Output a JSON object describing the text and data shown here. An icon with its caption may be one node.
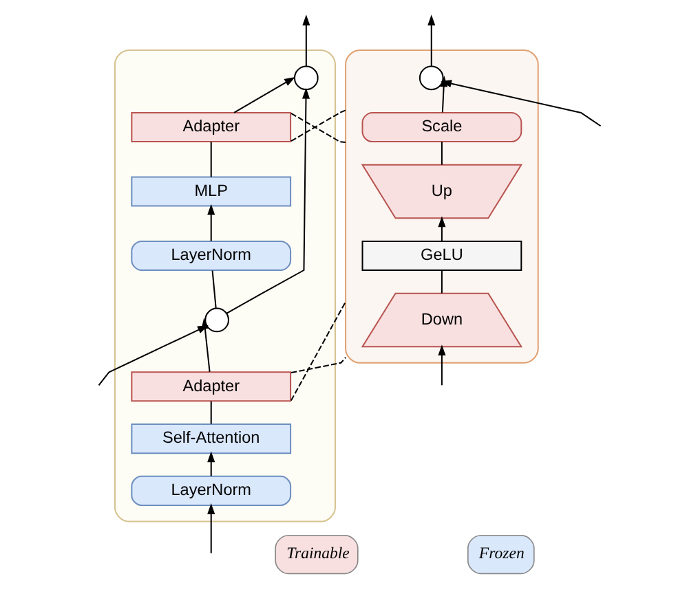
{
  "diagram": {
    "nodes": [
      {
        "text": [],
        "shape": "box"
      },
      {
        "text": [],
        "shape": "circle",
        "in": 0
      },
      {
        "text": [
          "Adapter"
        ],
        "in": 0
      },
      {
        "text": [
          "MLP"
        ],
        "in": 0
      },
      {
        "text": [
          "LayerNorm"
        ],
        "in": 0
      },
      {
        "text": [],
        "shape": "circle",
        "in": 0
      },
      {
        "text": [
          "Adapter"
        ],
        "in": 0
      },
      {
        "text": [
          "Self-Attention"
        ],
        "in": 0
      },
      {
        "text": [
          "LayerNorm"
        ],
        "in": 0
      },
      {
        "text": [],
        "shape": "box"
      },
      {
        "text": [],
        "shape": "circle",
        "in": 9
      },
      {
        "text": [
          "Scale"
        ],
        "in": 9
      },
      {
        "text": [
          "Up"
        ],
        "in": 9
      },
      {
        "text": [
          "GeLU"
        ],
        "in": 9
      },
      {
        "text": [
          "Down"
        ],
        "in": 9
      }
    ],
    "edges": [
      {
        "from": null,
        "to": 8,
        "arrow": "to"
      },
      {
        "from": null,
        "to": 5,
        "arrow": "to"
      },
      {
        "from": 8,
        "to": 7,
        "arrow": "to"
      },
      {
        "from": 7,
        "to": 6,
        "arrow": "none"
      },
      {
        "from": 6,
        "to": 5,
        "arrow": "to"
      },
      {
        "from": 5,
        "to": 4,
        "arrow": "none"
      },
      {
        "from": 5,
        "to": 1,
        "arrow": "to"
      },
      {
        "from": 4,
        "to": 3,
        "arrow": "to"
      },
      {
        "from": 3,
        "to": 2,
        "arrow": "none"
      },
      {
        "from": 2,
        "to": 1,
        "arrow": "to"
      },
      {
        "from": 1,
        "to": null,
        "arrow": "to"
      },
      {
        "from": null,
        "to": 14,
        "arrow": "to"
      },
      {
        "from": null,
        "to": 10,
        "arrow": "to"
      },
      {
        "from": 14,
        "to": 13,
        "arrow": "none"
      },
      {
        "from": 13,
        "to": 12,
        "arrow": "to"
      },
      {
        "from": 12,
        "to": 11,
        "arrow": "none"
      },
      {
        "from": 11,
        "to": 10,
        "arrow": "to"
      },
      {
        "from": 10,
        "to": null,
        "arrow": "to"
      },
      {
        "from": 2,
        "to": 9,
        "arrow": "none",
        "style": "dashed"
      },
      {
        "from": 2,
        "to": 9,
        "arrow": "none",
        "style": "dashed"
      },
      {
        "from": 6,
        "to": 9,
        "arrow": "none",
        "style": "dashed"
      },
      {
        "from": 6,
        "to": 9,
        "arrow": "none",
        "style": "dashed"
      }
    ],
    "legend": [
      {
        "text": "Trainable",
        "color": "#f8e0e0"
      },
      {
        "text": "Frozen",
        "color": "#dae8fc"
      }
    ]
  }
}
